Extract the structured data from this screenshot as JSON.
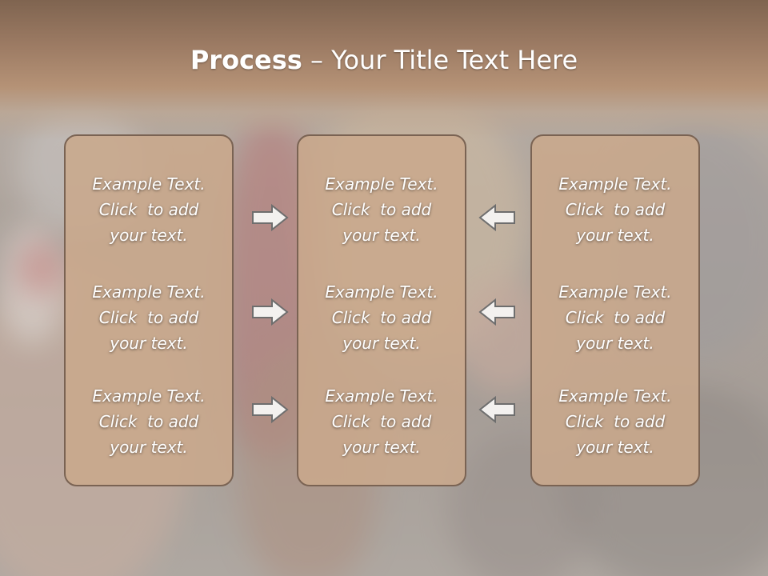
{
  "slide": {
    "title_bold": "Process",
    "title_dash": " – ",
    "title_rest": "Your Title Text Here"
  },
  "columns": [
    {
      "items": [
        {
          "line1": "Example Text.",
          "line2": "Click  to add",
          "line3": "your text."
        },
        {
          "line1": "Example Text.",
          "line2": "Click  to add",
          "line3": "your text."
        },
        {
          "line1": "Example Text.",
          "line2": "Click  to add",
          "line3": "your text."
        }
      ]
    },
    {
      "items": [
        {
          "line1": "Example Text.",
          "line2": "Click  to add",
          "line3": "your text."
        },
        {
          "line1": "Example Text.",
          "line2": "Click  to add",
          "line3": "your text."
        },
        {
          "line1": "Example Text.",
          "line2": "Click  to add",
          "line3": "your text."
        }
      ]
    },
    {
      "items": [
        {
          "line1": "Example Text.",
          "line2": "Click  to add",
          "line3": "your text."
        },
        {
          "line1": "Example Text.",
          "line2": "Click  to add",
          "line3": "your text."
        },
        {
          "line1": "Example Text.",
          "line2": "Click  to add",
          "line3": "your text."
        }
      ]
    }
  ],
  "arrows": {
    "left_group": "arrow-right-icon",
    "right_group": "arrow-left-icon"
  },
  "colors": {
    "header_brown": "#9a7962",
    "panel_fill": "#c9a98c",
    "panel_border": "#7a6353",
    "text": "#ffffff"
  }
}
